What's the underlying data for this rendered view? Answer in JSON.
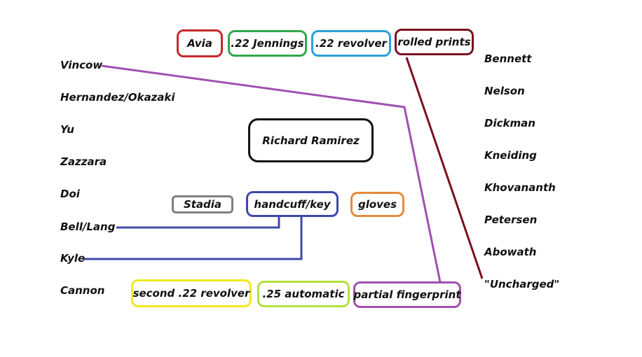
{
  "left_names": [
    "Vincow",
    "Hernandez/Okazaki",
    "Yu",
    "Zazzara",
    "Doi",
    "Bell/Lang",
    "Kyle",
    "Cannon"
  ],
  "right_names": [
    "Bennett",
    "Nelson",
    "Dickman",
    "Kneiding",
    "Khovananth",
    "Petersen",
    "Abowath",
    "\"Uncharged\""
  ],
  "center": {
    "label": "Richard Ramirez"
  },
  "top_boxes": [
    {
      "label": "Avia",
      "color": "#c8282e"
    },
    {
      "label": ".22 Jennings",
      "color": "#2ea84a"
    },
    {
      "label": ".22 revolver",
      "color": "#2aa0d6"
    },
    {
      "label": "rolled prints",
      "color": "#7a1020"
    }
  ],
  "middle_boxes": [
    {
      "label": "Stadia",
      "color": "#7f7f7f"
    },
    {
      "label": "handcuff/key",
      "color": "#3f48a8"
    },
    {
      "label": "gloves",
      "color": "#e58a3a"
    }
  ],
  "bottom_boxes": [
    {
      "label": "second .22 revolver",
      "color": "#f2e820"
    },
    {
      "label": ".25 automatic",
      "color": "#b5e03a"
    },
    {
      "label": "partial fingerprint",
      "color": "#a050b0"
    }
  ],
  "connections": [
    {
      "from": "Vincow",
      "to": "partial fingerprint",
      "color": "#a050b0"
    },
    {
      "from": "rolled prints",
      "to": "\"Uncharged\"",
      "color": "#7a1020"
    },
    {
      "from": "Bell/Lang",
      "to": "handcuff/key",
      "color": "#3f48a8"
    },
    {
      "from": "Kyle",
      "to": "handcuff/key",
      "color": "#3f48a8"
    }
  ]
}
